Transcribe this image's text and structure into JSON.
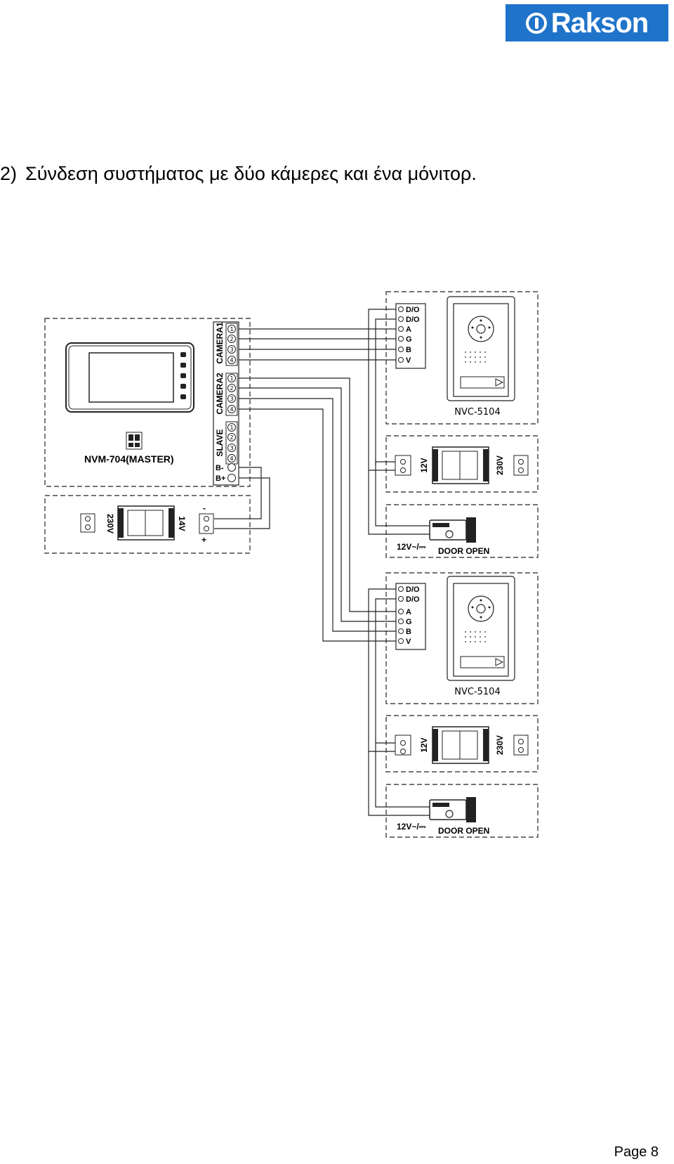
{
  "brand": {
    "name": "Rakson",
    "color": "#1f73c9"
  },
  "heading": {
    "number": "2)",
    "text": "Σύνδεση συστήματος με δύο κάμερες και ένα μόνιτορ."
  },
  "page": {
    "label": "Page 8"
  },
  "monitor": {
    "model": "NVM-704(MASTER)",
    "ports": {
      "camera1": "CAMERA1",
      "camera2": "CAMERA2",
      "slave": "SLAVE",
      "b_minus": "B-",
      "b_plus": "B+"
    },
    "pins": [
      "1",
      "2",
      "3",
      "4"
    ]
  },
  "monitor_psu": {
    "in_voltage": "230V",
    "out_voltage": "14V",
    "minus": "-",
    "plus": "+"
  },
  "door_panel_terminals": [
    "D/O",
    "D/O",
    "A",
    "G",
    "B",
    "V"
  ],
  "door_panels": [
    {
      "model": "NVC-5104"
    },
    {
      "model": "NVC-5104"
    }
  ],
  "lock_psu": {
    "out_voltage": "12V",
    "in_voltage": "230V"
  },
  "lock": {
    "voltage": "12V~/⎓",
    "label": "DOOR OPEN"
  }
}
